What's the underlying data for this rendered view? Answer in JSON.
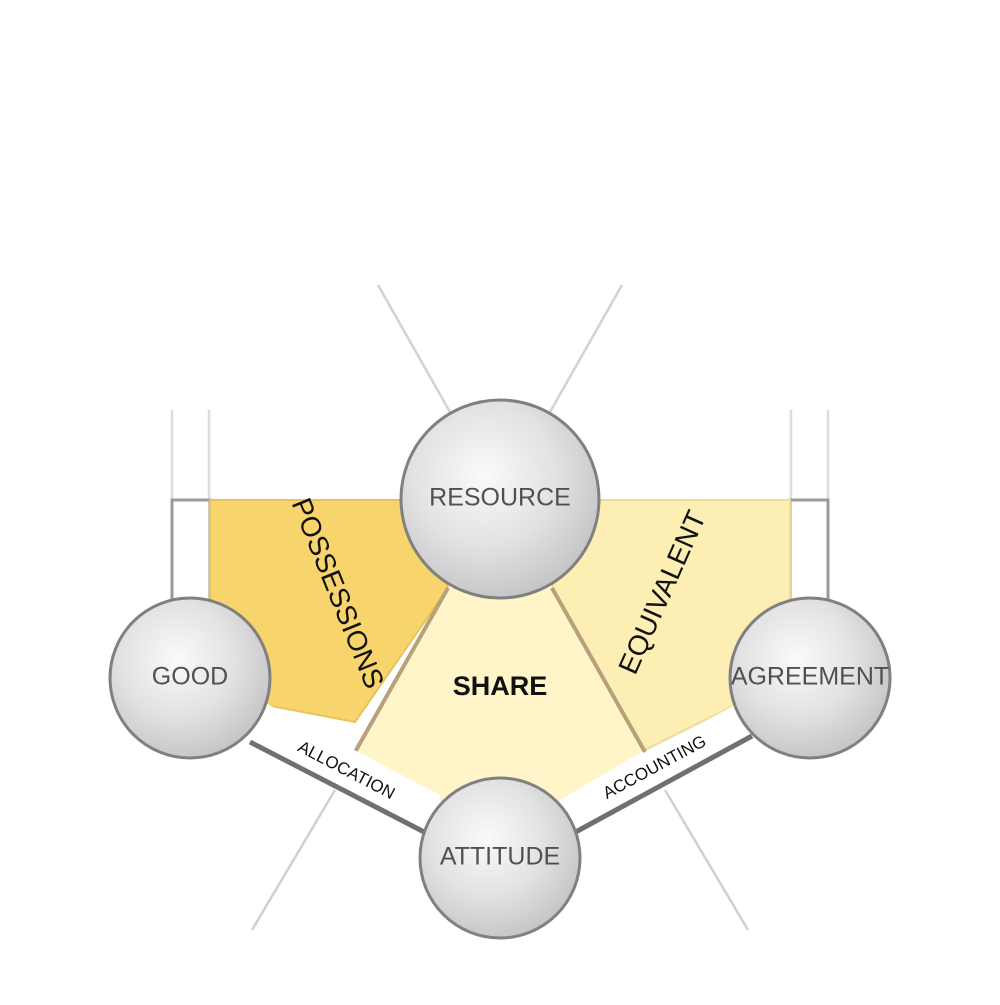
{
  "nodes": {
    "resource": "RESOURCE",
    "good": "GOOD",
    "agreement": "AGREEMENT",
    "attitude": "ATTITUDE"
  },
  "regions": {
    "left": "POSSESSIONS",
    "center": "SHARE",
    "right": "EQUIVALENT"
  },
  "strips": {
    "left": "ALLOCATION",
    "right": "ACCOUNTING"
  },
  "colors": {
    "left_region": "#f8d46c",
    "center_region": "#fff5c8",
    "right_region": "#fdefb4",
    "divider": "#b8a07a",
    "node_stroke": "#808080",
    "node_fill_light": "#fafafa",
    "node_fill_dark": "#c4c4c4"
  }
}
